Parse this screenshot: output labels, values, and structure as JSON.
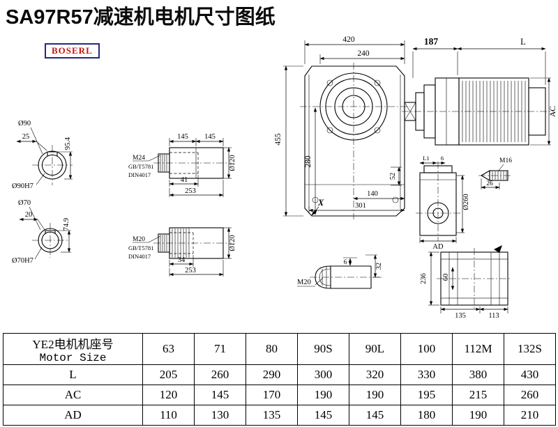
{
  "page": {
    "title": "SA97R57减速机电机尺寸图纸",
    "brand": "BOSERL"
  },
  "views": {
    "shaft_end_90": {
      "dia": "Ø90",
      "key_w": "25",
      "depth": "95.4",
      "bore": "Ø90H7"
    },
    "shaft_end_70": {
      "dia": "Ø70",
      "key_w": "20",
      "depth": "74.9",
      "bore": "Ø70H7"
    },
    "shaft_side_1": {
      "len_a": "145",
      "len_b": "145",
      "dia": "Ø120",
      "thread": "M24",
      "std1": "GB/T5781",
      "std2": "DIN4017",
      "thread_len": "41",
      "total_len": "253"
    },
    "shaft_side_2": {
      "dia": "Ø120",
      "thread": "M20",
      "std1": "GB/T5781",
      "std2": "DIN4017",
      "thread_len": "34",
      "total_len": "253"
    },
    "gearbox_front": {
      "width": "420",
      "width_inner": "240",
      "height": "455",
      "height_inner": "280",
      "dim_52": "52",
      "dim_140": "140",
      "dim_301": "301",
      "x_mark": "X"
    },
    "motor": {
      "dim_187": "187",
      "length": "L",
      "ac": "AC"
    },
    "gearbox_side": {
      "l1": "L1",
      "dim_6": "6",
      "dia": "Ø260",
      "ad": "AD",
      "thread": "M16",
      "dim_26": "26"
    },
    "shaft_tip": {
      "dim_6": "6",
      "dim_32": "32",
      "thread": "M20"
    },
    "back_view": {
      "dim_236": "236",
      "dim_60": "60",
      "dim_135": "135",
      "dim_113": "113"
    }
  },
  "table": {
    "header_cn": "YE2电机机座号",
    "header_en": "Motor Size",
    "sizes": [
      "63",
      "71",
      "80",
      "90S",
      "90L",
      "100",
      "112M",
      "132S"
    ],
    "rows": [
      {
        "label": "L",
        "values": [
          "205",
          "260",
          "290",
          "300",
          "320",
          "330",
          "380",
          "430"
        ]
      },
      {
        "label": "AC",
        "values": [
          "120",
          "145",
          "170",
          "190",
          "190",
          "195",
          "215",
          "260"
        ]
      },
      {
        "label": "AD",
        "values": [
          "110",
          "130",
          "135",
          "145",
          "145",
          "180",
          "190",
          "210"
        ]
      }
    ]
  }
}
